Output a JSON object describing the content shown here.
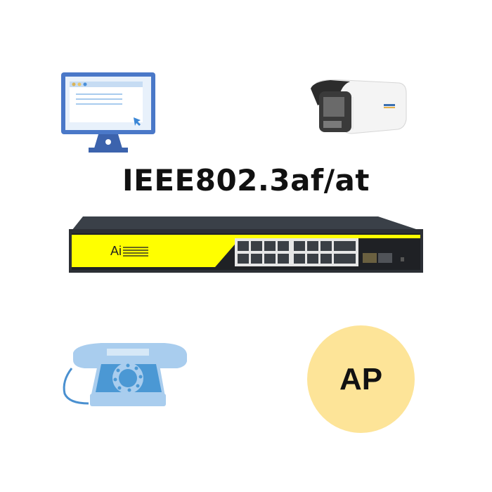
{
  "title": "IEEE802.3af/at",
  "devices": {
    "computer": {
      "icon": "monitor-icon",
      "color": "#4a78c8"
    },
    "camera": {
      "icon": "ip-camera-icon"
    },
    "phone": {
      "icon": "telephone-icon",
      "color": "#a9cdee"
    },
    "access_point": {
      "label": "AP",
      "color": "#fde498"
    }
  },
  "switch": {
    "brand_label": "Ai",
    "poe_ports": 16,
    "uplink_ports": 2,
    "sfp_ports": 2,
    "panel_color": "#ffff00",
    "body_color": "#2f3640"
  },
  "colors": {
    "background": "#ffffff",
    "title": "#111111"
  }
}
